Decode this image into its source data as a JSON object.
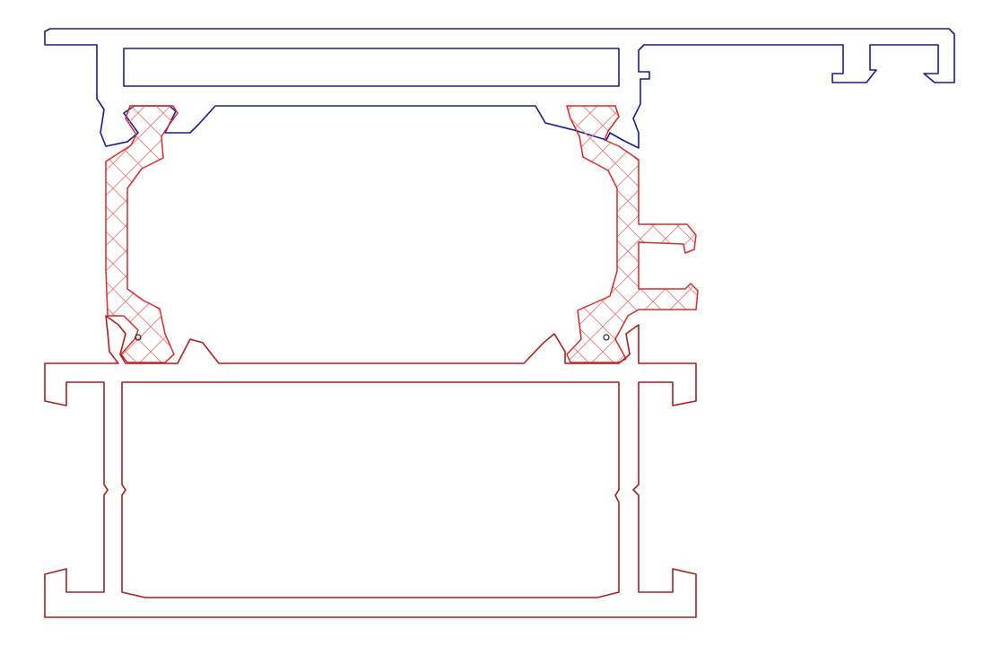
{
  "title": "",
  "colors": {
    "background": "#ffffff",
    "top_profile": "#1a1a9c",
    "thermal_break": "#dd2a2a",
    "thermal_break_hatch": "#f08a8a",
    "bottom_profile": "#aa1f1f",
    "gasket_dot": "#222222"
  },
  "components": [
    {
      "id": "top-profile",
      "name": "top-aluminum-profile",
      "color_key": "top_profile"
    },
    {
      "id": "thermal-left",
      "name": "left-thermal-break",
      "color_key": "thermal_break"
    },
    {
      "id": "thermal-right",
      "name": "right-thermal-break",
      "color_key": "thermal_break"
    },
    {
      "id": "bottom-profile",
      "name": "bottom-aluminum-profile",
      "color_key": "bottom_profile"
    }
  ]
}
